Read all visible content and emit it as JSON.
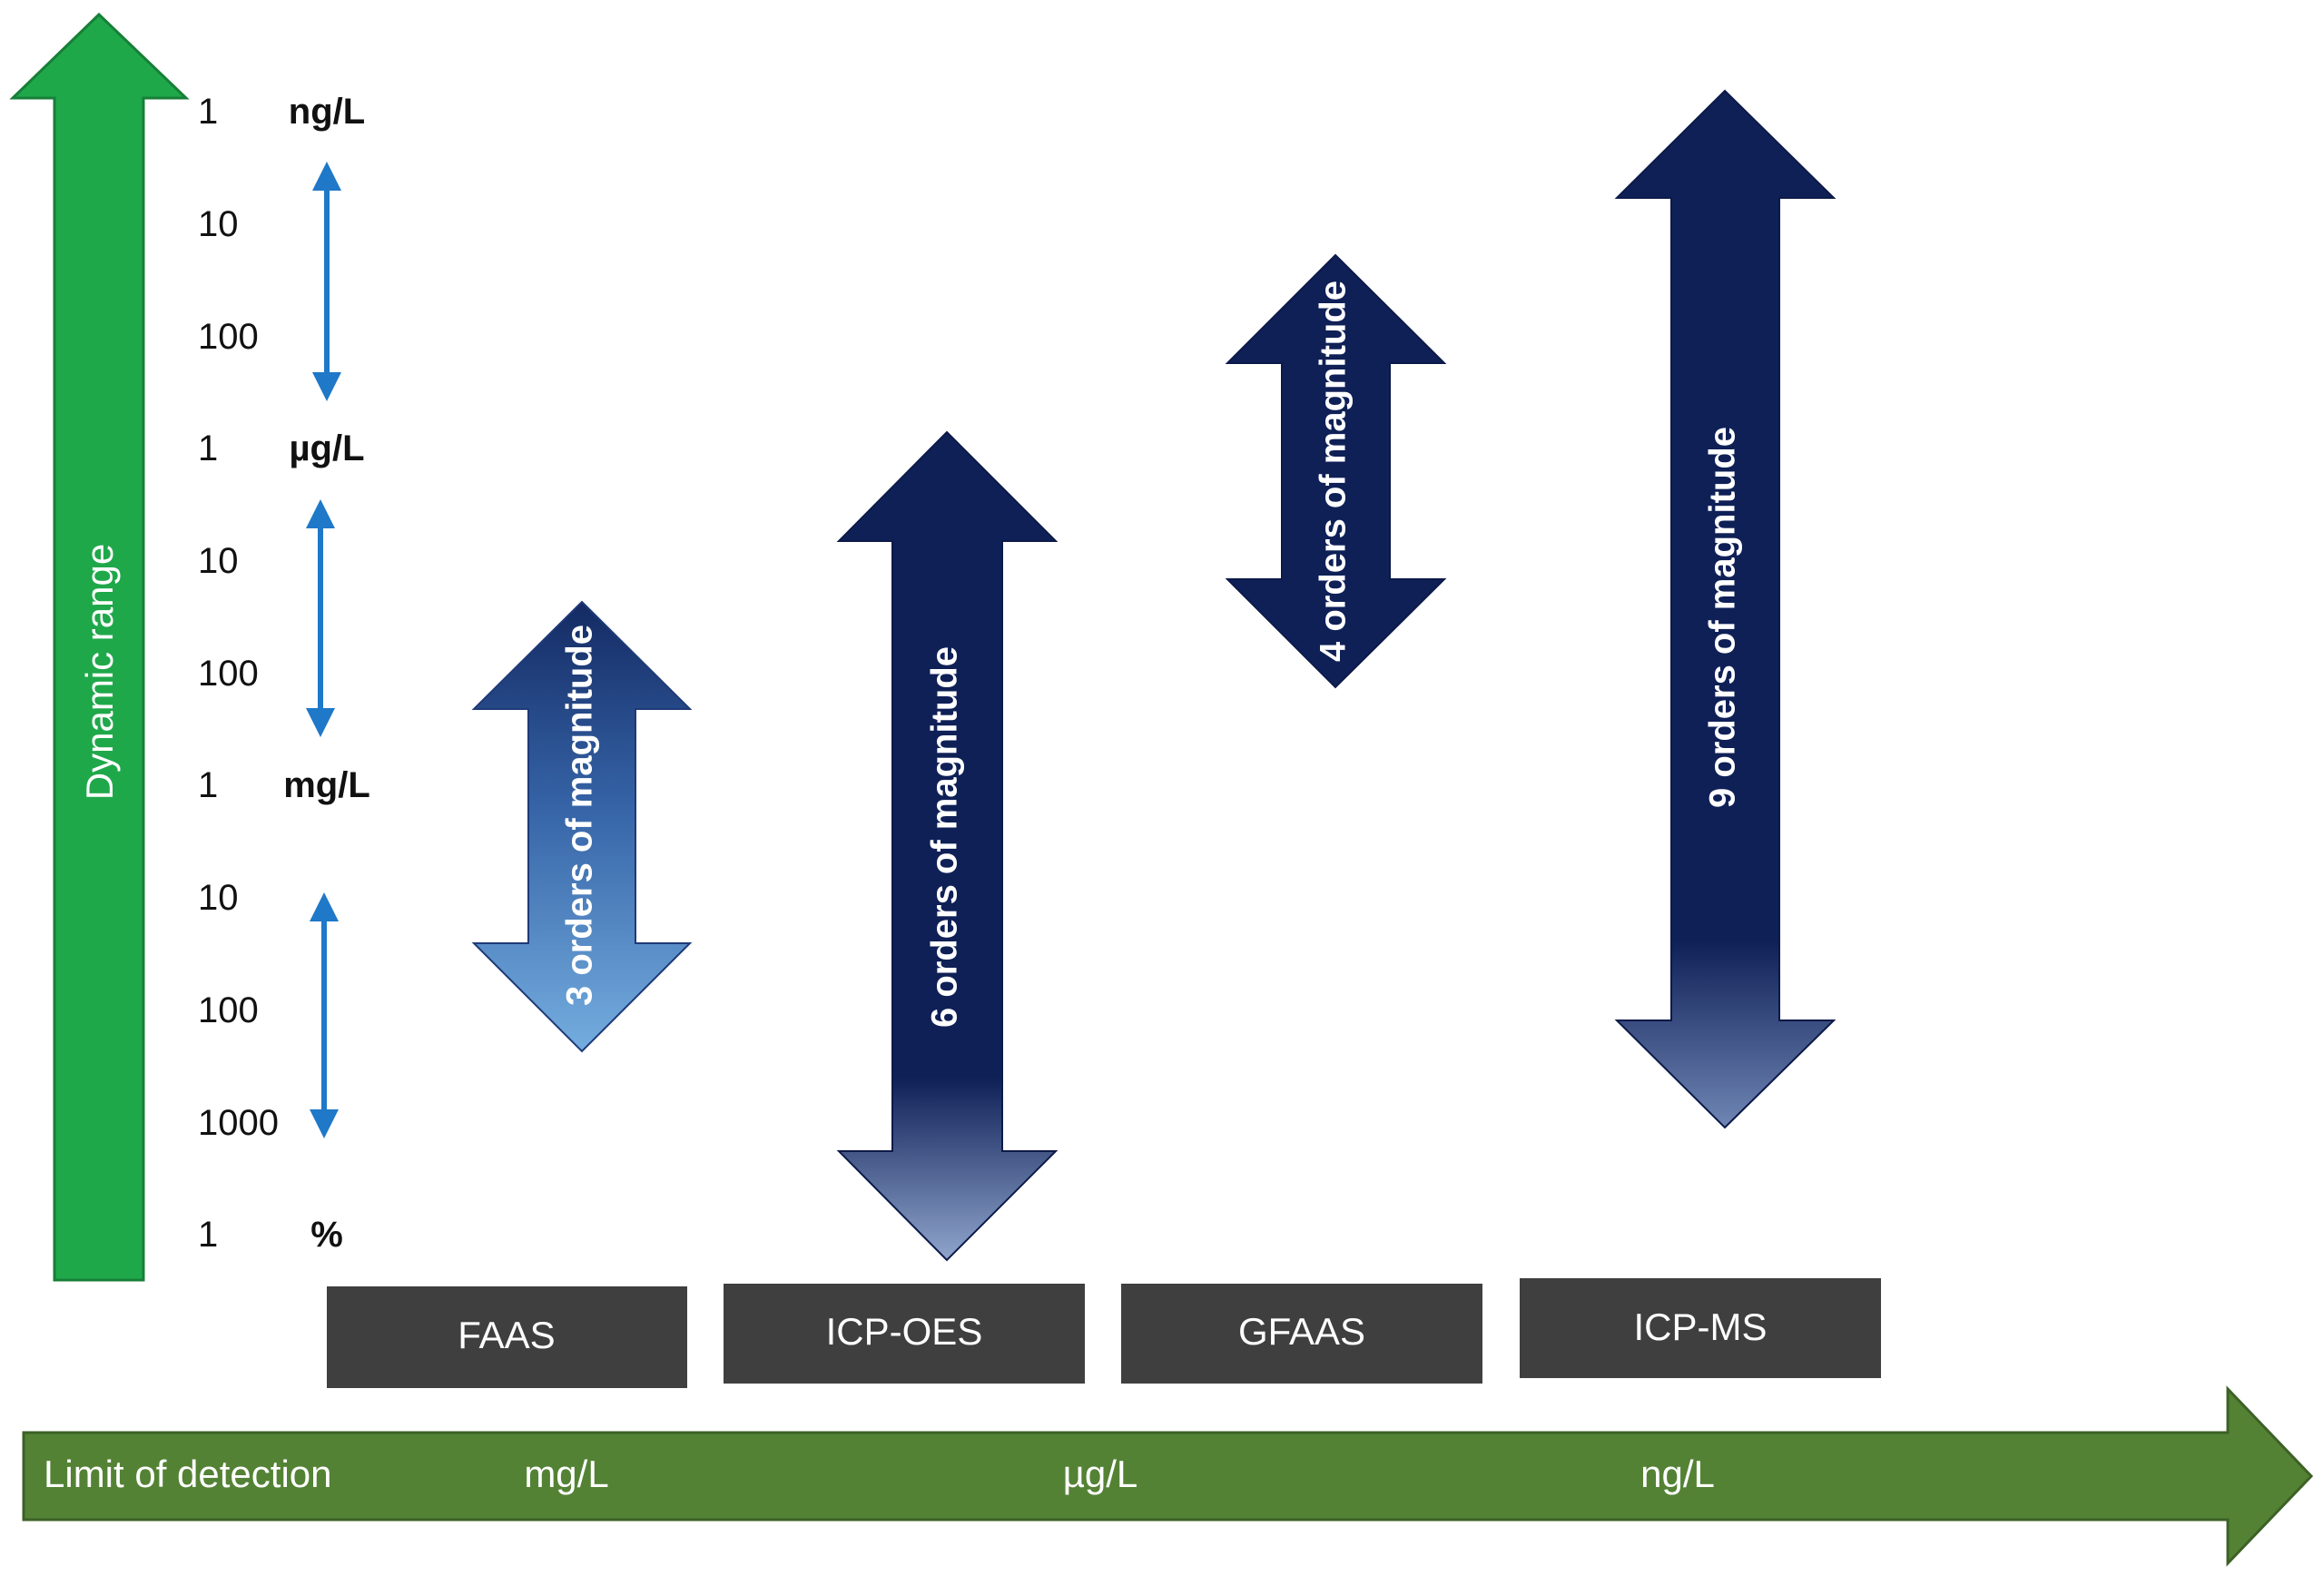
{
  "vertical_axis": {
    "label": "Dynamic range",
    "ticks": [
      {
        "value": "1",
        "unit": "ng/L"
      },
      {
        "value": "10",
        "unit": ""
      },
      {
        "value": "100",
        "unit": ""
      },
      {
        "value": "1",
        "unit": "µg/L"
      },
      {
        "value": "10",
        "unit": ""
      },
      {
        "value": "100",
        "unit": ""
      },
      {
        "value": "1",
        "unit": "mg/L"
      },
      {
        "value": "10",
        "unit": ""
      },
      {
        "value": "100",
        "unit": ""
      },
      {
        "value": "1000",
        "unit": ""
      },
      {
        "value": "1",
        "unit": "%"
      }
    ]
  },
  "horizontal_axis": {
    "label": "Limit of detection",
    "units": [
      "mg/L",
      "µg/L",
      "ng/L"
    ]
  },
  "techniques": [
    {
      "name": "FAAS",
      "range_label": "3 orders of magnitude"
    },
    {
      "name": "ICP-OES",
      "range_label": "6 orders of magnitude"
    },
    {
      "name": "GFAAS",
      "range_label": "4 orders of magnitude"
    },
    {
      "name": "ICP-MS",
      "range_label": "9 orders of magnitude"
    }
  ],
  "colors": {
    "green_arrow": "#1fa84a",
    "green_axis": "#548235",
    "dark_navy": "#0f2057",
    "light_blue": "#6ea7df",
    "box": "#3f3f3f",
    "thin_arrow": "#1f78c8"
  }
}
